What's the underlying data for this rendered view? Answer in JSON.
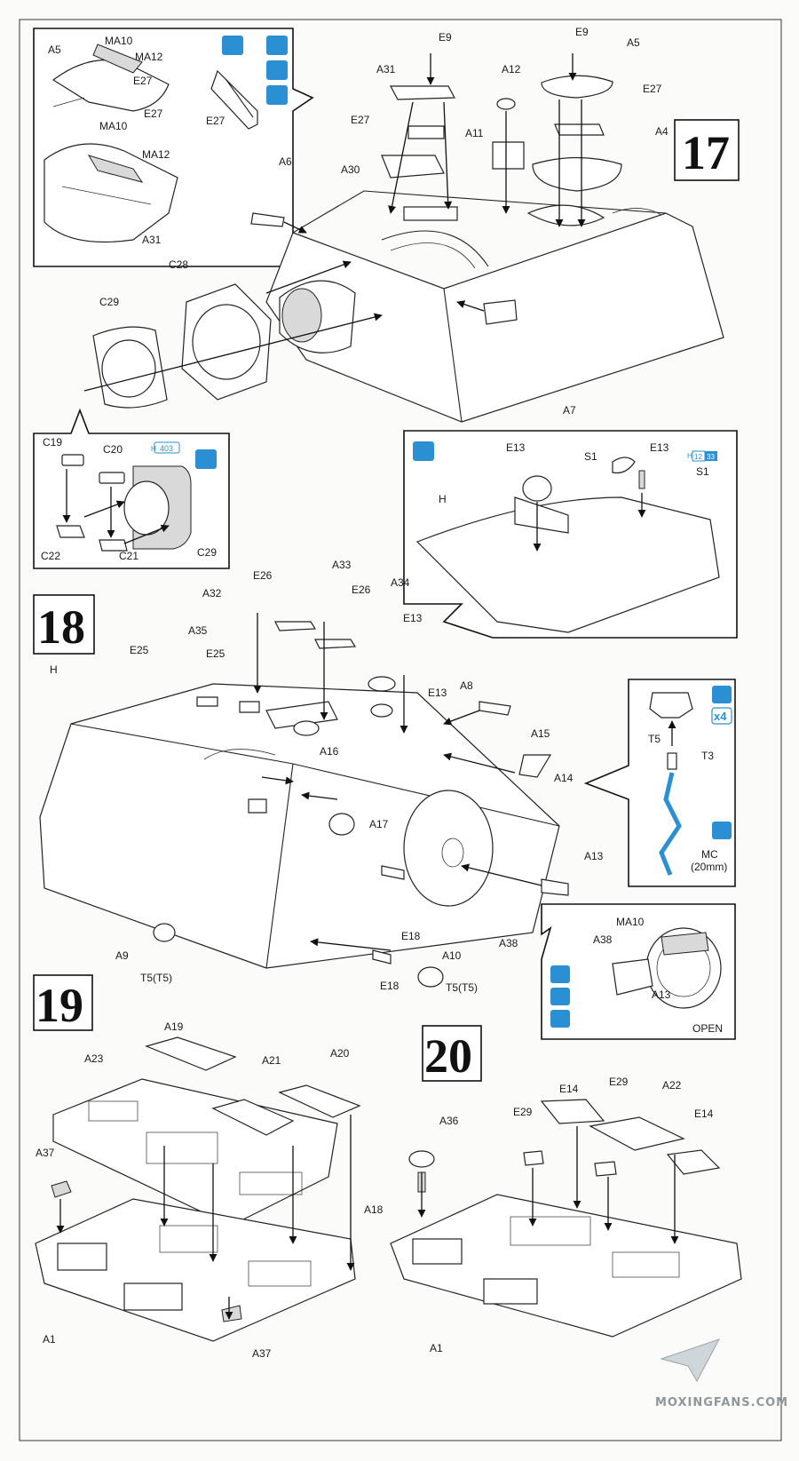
{
  "steps": {
    "s17": "17",
    "s18": "18",
    "s19": "19",
    "s20": "20"
  },
  "step17": {
    "inset_top": {
      "labels": [
        "A5",
        "MA10",
        "MA12",
        "E27",
        "MA10",
        "E27",
        "MA12",
        "A31",
        "E27"
      ]
    },
    "main": {
      "labels": [
        "E9",
        "A31",
        "E27",
        "A30",
        "A6",
        "A12",
        "A11",
        "E9",
        "A5",
        "E27",
        "A4",
        "C28",
        "C29",
        "A7"
      ]
    },
    "inset_left": {
      "labels": [
        "C19",
        "C20",
        "C22",
        "C21",
        "C29"
      ],
      "badge": "403",
      "badge_prefix": "H"
    },
    "inset_right": {
      "labels": [
        "E13",
        "S1",
        "E13",
        "S1",
        "H"
      ],
      "badge_prefix": "H",
      "badge_a": "12",
      "badge_b": "33"
    }
  },
  "step18": {
    "labels": [
      "E26",
      "A33",
      "A32",
      "E26",
      "A34",
      "A35",
      "E25",
      "E25",
      "E13",
      "E13",
      "H",
      "A8",
      "A15",
      "A16",
      "A14",
      "A17",
      "A13",
      "A10",
      "A38",
      "E18",
      "E18",
      "A9",
      "T5(T5)",
      "T5(T5)"
    ],
    "chain_inset": {
      "labels": [
        "T5",
        "T3",
        "MC",
        "(20mm)"
      ],
      "multiplier": "x4"
    },
    "open_inset": {
      "labels": [
        "MA10",
        "A38",
        "A13",
        "OPEN"
      ]
    }
  },
  "step19": {
    "labels": [
      "A19",
      "A23",
      "A21",
      "A20",
      "A37",
      "A1",
      "A37"
    ]
  },
  "step20": {
    "labels": [
      "E14",
      "E29",
      "A22",
      "E29",
      "E14",
      "A36",
      "A18",
      "A1"
    ]
  },
  "watermark": "MOXINGFANS.COM",
  "colors": {
    "accent": "#2b8fd3",
    "ink": "#111111"
  }
}
